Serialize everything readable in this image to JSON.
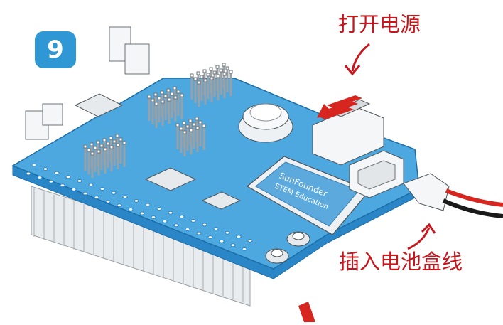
{
  "step": {
    "number": "9"
  },
  "callouts": {
    "power_switch": "打开电源",
    "battery_wire": "插入电池盒线"
  },
  "board_label": {
    "line1": "SunFounder",
    "line2": "STEM Education"
  },
  "colors": {
    "board_blue": "#4ea8e0",
    "board_edge": "#2a86c6",
    "board_top": "#7cc0ee",
    "badge_blue": "#2f97d3",
    "callout_red": "#c8161d",
    "wire_red": "#d7261f",
    "wire_black": "#1a1a1a",
    "pin_gray": "#cfd3d6",
    "component_white": "#f4f6f8"
  },
  "icons": {
    "curved_arrow_top": "curved-arrow-down-icon",
    "curved_arrow_bottom": "curved-arrow-up-icon",
    "switch_arrows": "red-slide-arrows-icon"
  }
}
